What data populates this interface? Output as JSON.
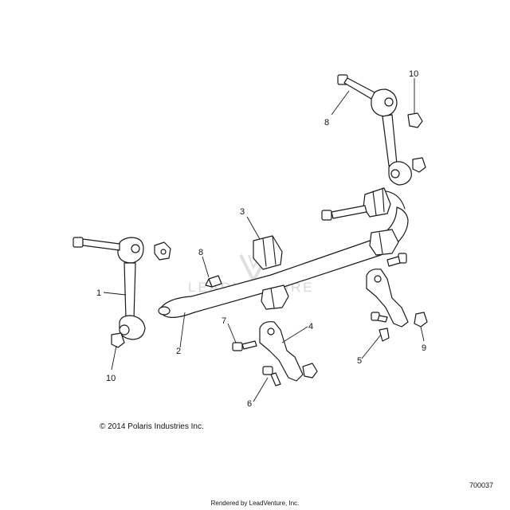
{
  "diagram": {
    "watermark": "LEADVENTURE",
    "callouts": [
      "1",
      "2",
      "3",
      "4",
      "5",
      "6",
      "7",
      "8",
      "8",
      "9",
      "10",
      "10"
    ]
  },
  "footer": {
    "copyright": "© 2014 Polaris Industries Inc.",
    "figure_number": "700037",
    "rendered_by": "Rendered by LeadVenture, Inc."
  }
}
